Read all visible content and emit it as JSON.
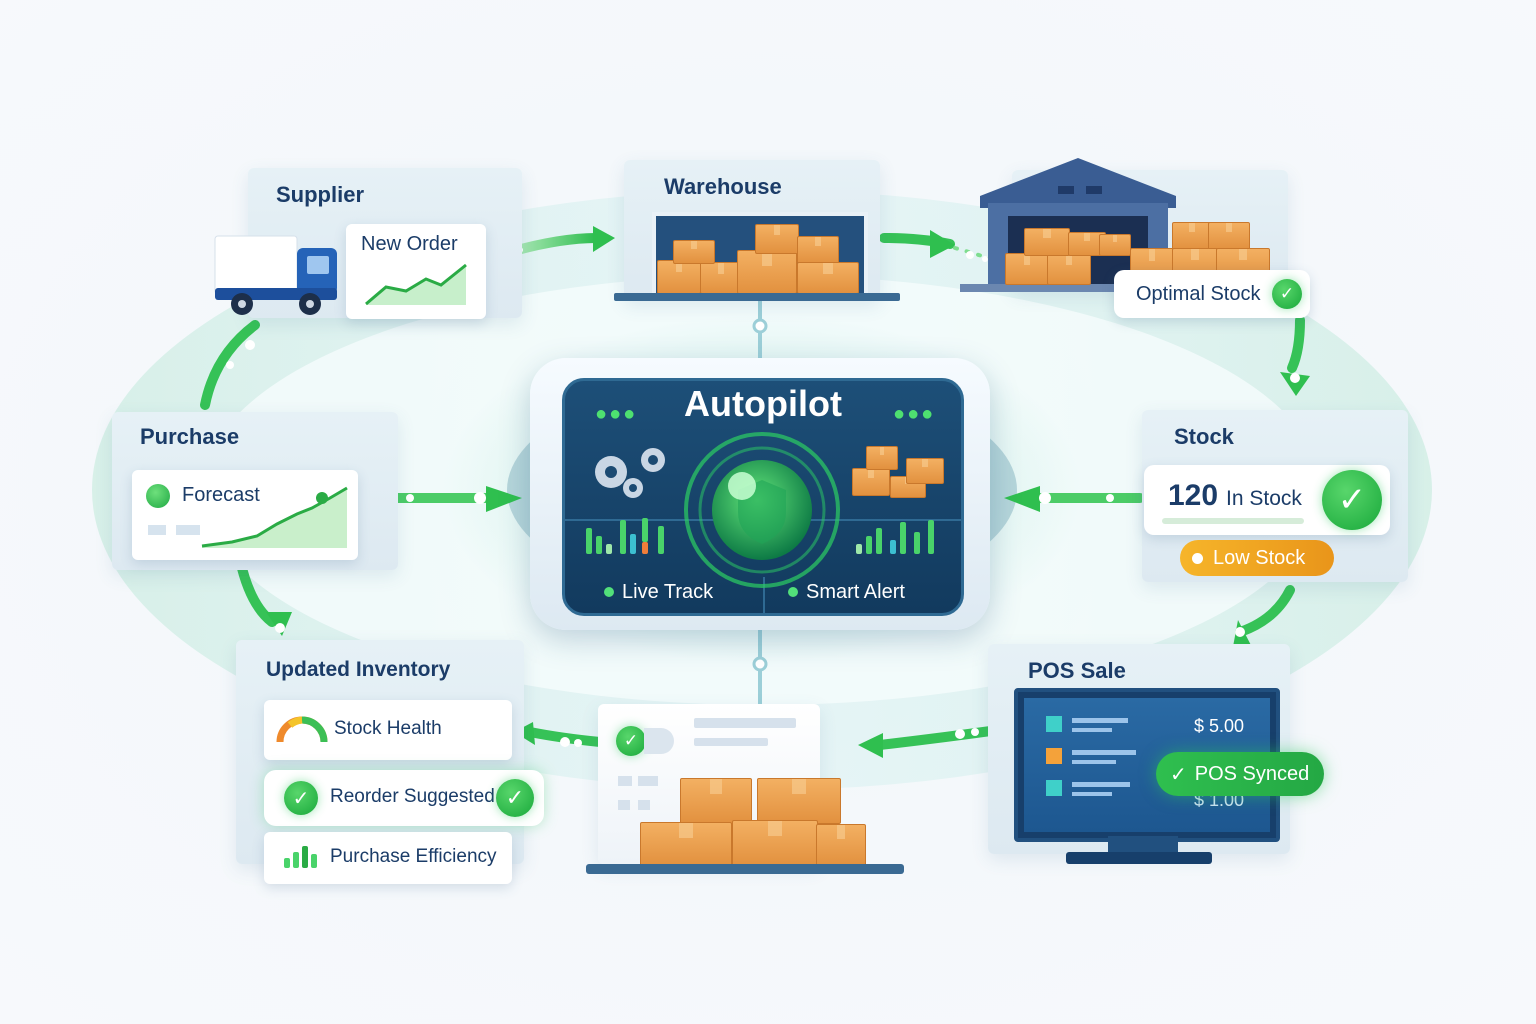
{
  "colors": {
    "accent_green": "#2fbf4f",
    "navy": "#1b3c68",
    "screen_dark": "#123f63",
    "box_orange": "#eaa14f",
    "amber": "#f0a81e"
  },
  "center": {
    "title": "Autopilot",
    "indicators": [
      "Live Track",
      "Smart Alert"
    ],
    "icons": [
      "gears-icon",
      "radar-shield-icon",
      "boxes-icon",
      "bar-chart-icon"
    ]
  },
  "supplier": {
    "title": "Supplier",
    "panel_label": "New Order",
    "icons": [
      "truck-icon",
      "line-chart-icon"
    ]
  },
  "warehouse": {
    "title": "Warehouse",
    "icons": [
      "shelf-boxes-icon"
    ]
  },
  "optimal": {
    "badge": "Optimal Stock",
    "icons": [
      "warehouse-building-icon",
      "check-icon"
    ]
  },
  "purchase": {
    "title": "Purchase",
    "panel_label": "Forecast",
    "icons": [
      "forecast-chart-icon"
    ]
  },
  "stock": {
    "title": "Stock",
    "count": "120",
    "count_suffix": "In Stock",
    "warning": "Low Stock"
  },
  "pos": {
    "title": "POS Sale",
    "prices": [
      "$ 5.00",
      "$ 1.00"
    ],
    "badge": "POS Synced",
    "icons": [
      "monitor-icon"
    ]
  },
  "inventory": {
    "title": "Updated Inventory",
    "items": [
      "Stock Health",
      "Reorder Suggested",
      "Purchase Efficiency"
    ],
    "icons": [
      "gauge-icon",
      "check-icon",
      "bar-chart-icon"
    ]
  },
  "restock": {
    "icons": [
      "check-icon",
      "boxes-icon"
    ]
  }
}
